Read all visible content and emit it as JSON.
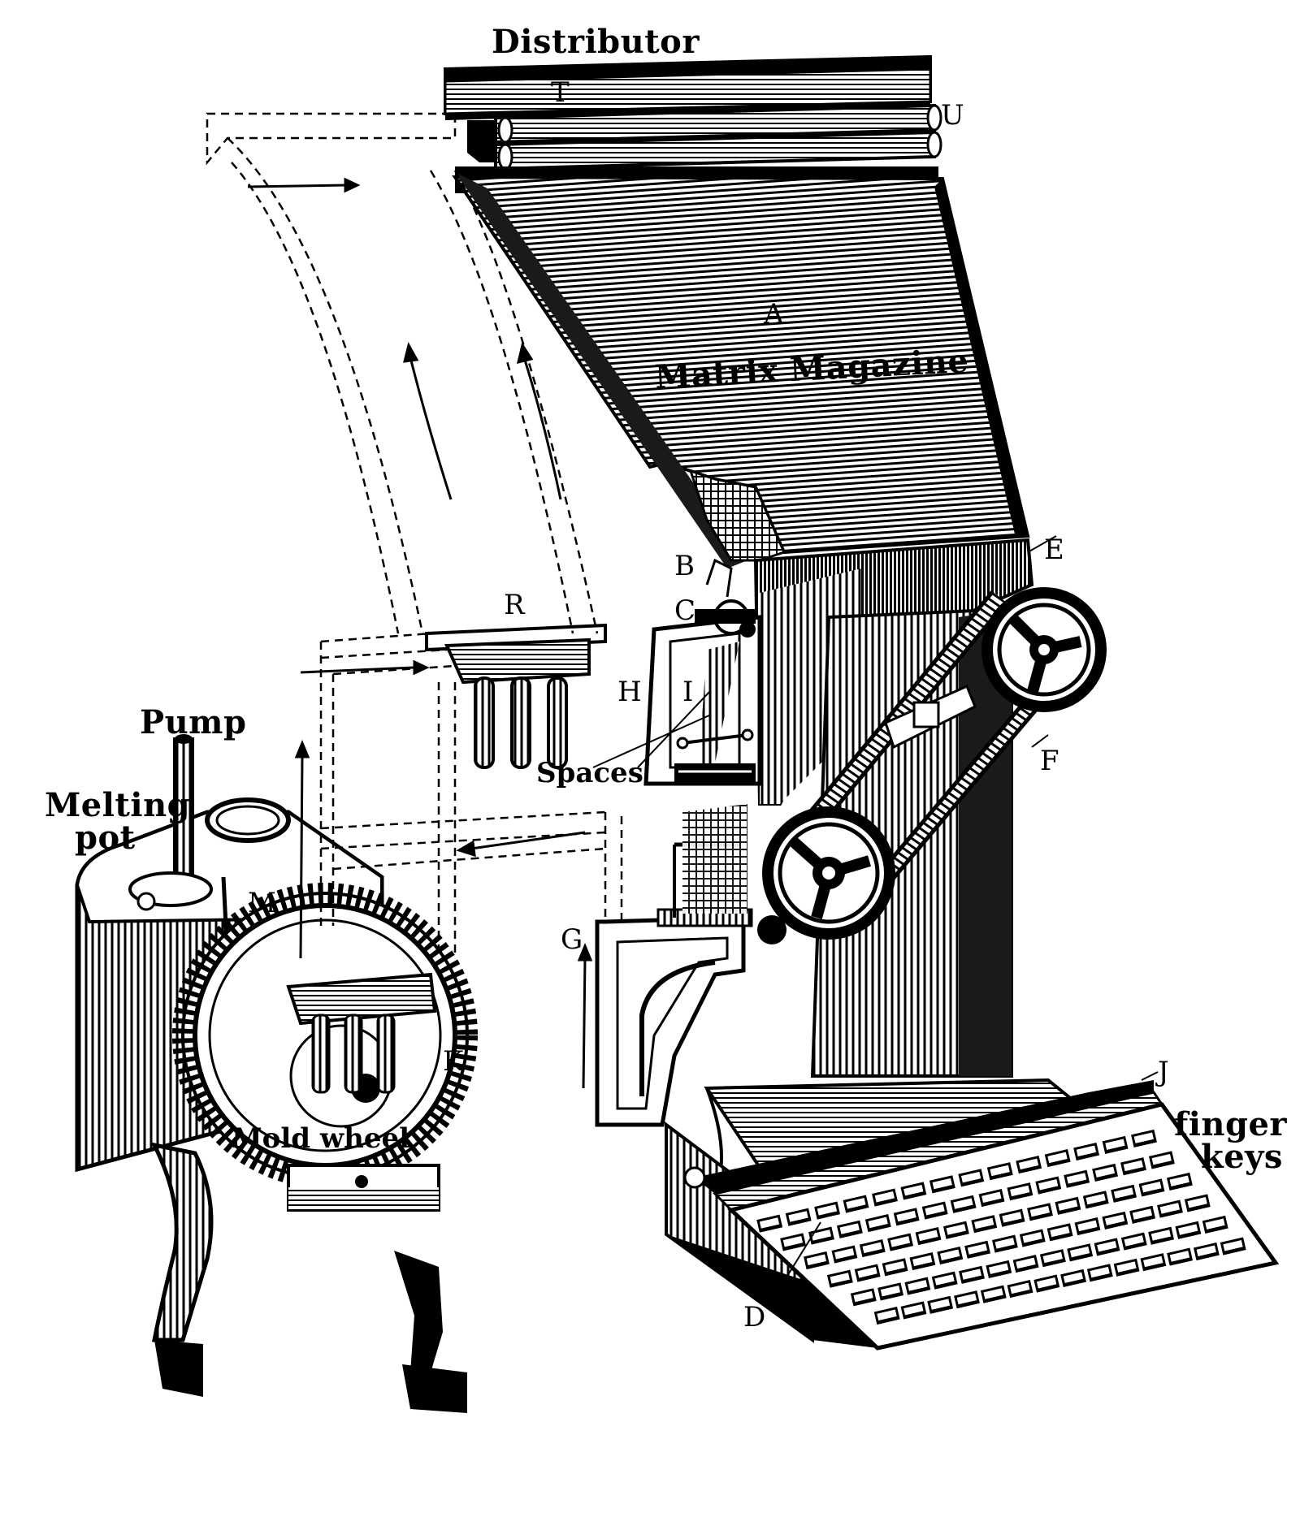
{
  "figure": {
    "labels": {
      "distributor": "Distributor",
      "t": "T",
      "u": "U",
      "a": "A",
      "matrix_magazine": "Matrix Magazine",
      "b": "B",
      "c": "C",
      "e": "E",
      "r": "R",
      "h": "H",
      "i": "I",
      "spaces": "Spaces",
      "f": "F",
      "pump": "Pump",
      "melting_pot_1": "Melting",
      "melting_pot_2": "pot",
      "m": "M",
      "g": "G",
      "k": "K",
      "mold_wheel": "Mold wheel",
      "j": "J",
      "finger_keys_1": "finger",
      "finger_keys_2": "keys",
      "d": "D"
    }
  },
  "colors": {
    "ink": "#000000",
    "paper": "#ffffff",
    "shade": "#2a2a2a",
    "mid": "#6e6e6e",
    "light": "#bdbdbd"
  }
}
